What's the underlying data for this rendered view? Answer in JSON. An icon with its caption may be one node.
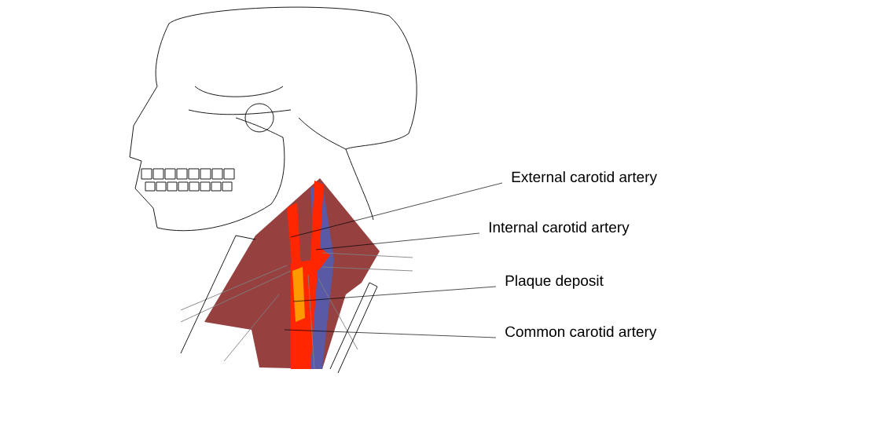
{
  "diagram": {
    "nodes": [
      {
        "text": [
          "External carotid artery"
        ]
      },
      {
        "text": [
          "Internal carotid artery"
        ]
      },
      {
        "text": [
          "Plaque deposit"
        ]
      },
      {
        "text": [
          "Common carotid artery"
        ]
      }
    ],
    "edges": [
      {
        "from": 0,
        "to": null,
        "arrow": "none"
      },
      {
        "from": 1,
        "to": null,
        "arrow": "none"
      },
      {
        "from": 2,
        "to": null,
        "arrow": "none"
      },
      {
        "from": 3,
        "to": null,
        "arrow": "none"
      }
    ]
  }
}
